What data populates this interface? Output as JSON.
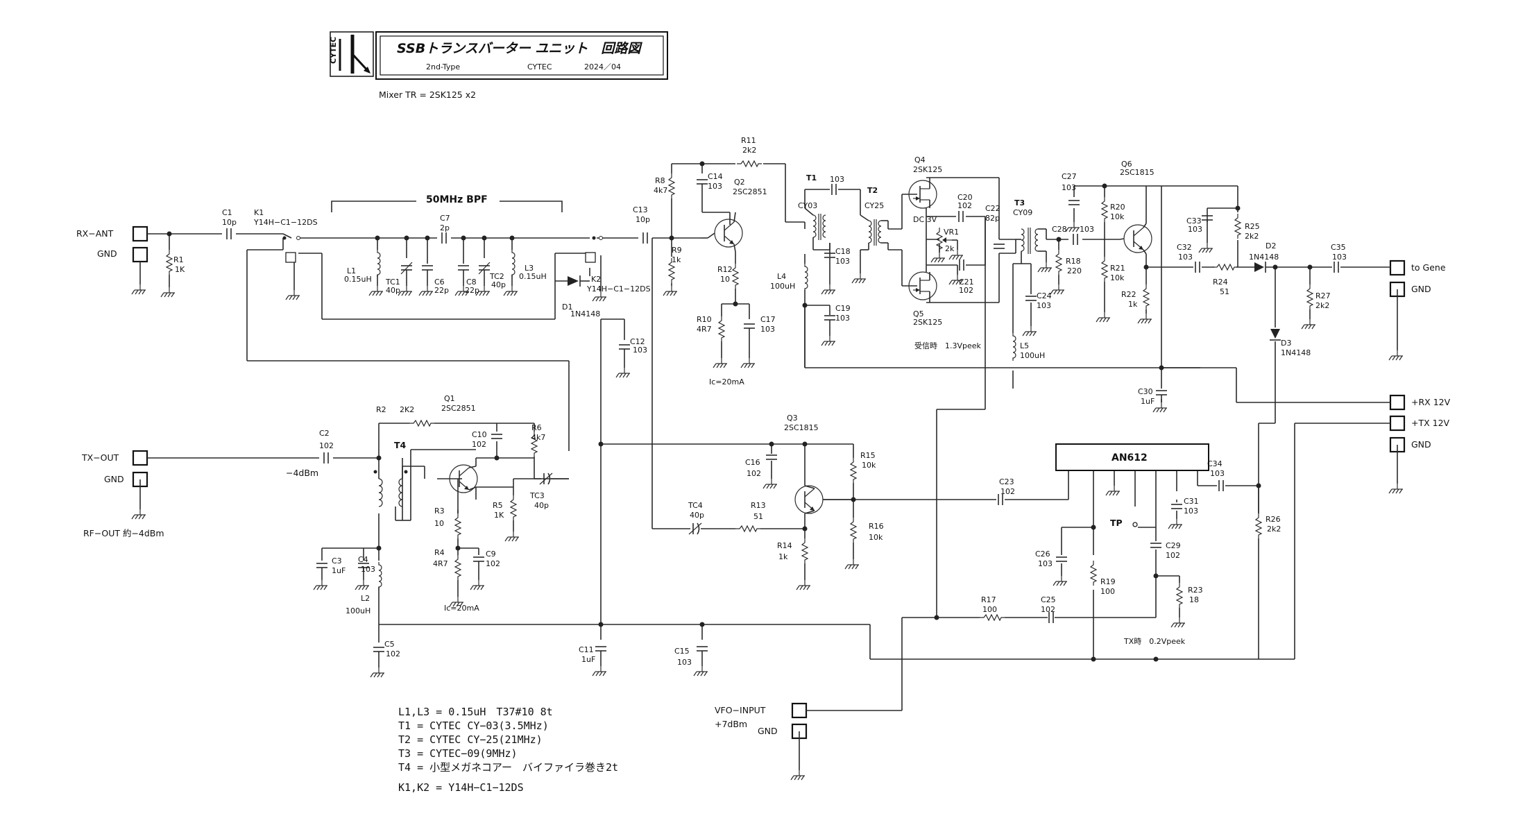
{
  "title": {
    "logo_text": "CYTEC",
    "main": "SSBトランスバーター ユニット　回路図",
    "type": "2nd-Type",
    "maker": "CYTEC",
    "date": "2024／04"
  },
  "mixer_note": "Mixer TR = 2SK125 x2",
  "bpf_label": "50MHz BPF",
  "terminals": {
    "rx_ant": "RX−ANT",
    "gnd1": "GND",
    "tx_out": "TX−OUT",
    "gnd2": "GND",
    "rf_out": "RF−OUT 約−4dBm",
    "to_gene": "to Gene",
    "gnd3": "GND",
    "rx12": "+RX 12V",
    "tx12": "+TX 12V",
    "gnd4": "GND",
    "vfo": "VFO−INPUT",
    "vfo_level": "+7dBm",
    "gnd5": "GND"
  },
  "notes": {
    "rx_level": "受信時　1.3Vpeek",
    "tx_level": "TX時　0.2Vpeek",
    "ic1": "Ic=20mA",
    "ic2": "Ic=20mA",
    "minus4": "−4dBm",
    "dc3v": "DC 3V",
    "tp": "TP"
  },
  "parts": {
    "C1": [
      "C1",
      "10p"
    ],
    "K1": [
      "K1",
      "Y14H−C1−12DS"
    ],
    "R1": [
      "R1",
      "1K"
    ],
    "L1": [
      "L1",
      "0.15uH"
    ],
    "TC1": [
      "TC1",
      "40p"
    ],
    "C6": [
      "C6",
      "22p"
    ],
    "C7": [
      "C7",
      "2p"
    ],
    "C8": [
      "C8",
      "22p"
    ],
    "TC2": [
      "TC2",
      "40p"
    ],
    "L3": [
      "L3",
      "0.15uH"
    ],
    "C13": [
      "C13",
      "10p"
    ],
    "K2": [
      "K2",
      "Y14H−C1−12DS"
    ],
    "D1": [
      "D1",
      "1N4148"
    ],
    "C12": [
      "C12",
      "103"
    ],
    "R8": [
      "R8",
      "4k7"
    ],
    "C14": [
      "C14",
      "103"
    ],
    "R11": [
      "R11",
      "2k2"
    ],
    "Q2": [
      "Q2",
      "2SC2851"
    ],
    "R9": [
      "R9",
      "1k"
    ],
    "R12": [
      "R12",
      "10"
    ],
    "R10": [
      "R10",
      "4R7"
    ],
    "C17": [
      "C17",
      "103"
    ],
    "T1": [
      "T1",
      "CY03"
    ],
    "C103": [
      "103",
      ""
    ],
    "T2": [
      "T2",
      "CY25"
    ],
    "L4": [
      "L4",
      "100uH"
    ],
    "C18": [
      "C18",
      "103"
    ],
    "C19": [
      "C19",
      "103"
    ],
    "Q4": [
      "Q4",
      "2SK125"
    ],
    "Q5": [
      "Q5",
      "2SK125"
    ],
    "C20": [
      "C20",
      "102"
    ],
    "C21": [
      "C21",
      "102"
    ],
    "VR1": [
      "VR1",
      "2k"
    ],
    "C22": [
      "C22",
      "82p"
    ],
    "T3": [
      "T3",
      "CY09"
    ],
    "C24": [
      "C24",
      "103"
    ],
    "L5": [
      "L5",
      "100uH"
    ],
    "C27": [
      "C27",
      "103"
    ],
    "C28": [
      "C28",
      "103"
    ],
    "R18": [
      "R18",
      "220"
    ],
    "R20": [
      "R20",
      "10k"
    ],
    "R21": [
      "R21",
      "10k"
    ],
    "R22": [
      "R22",
      "1k"
    ],
    "Q6": [
      "Q6",
      "2SC1815"
    ],
    "C33": [
      "C33",
      "103"
    ],
    "C32": [
      "C32",
      "103"
    ],
    "R24": [
      "R24",
      "51"
    ],
    "R25": [
      "R25",
      "2k2"
    ],
    "D2": [
      "D2",
      "1N4148"
    ],
    "C35": [
      "C35",
      "103"
    ],
    "R27": [
      "R27",
      "2k2"
    ],
    "D3": [
      "D3",
      "1N4148"
    ],
    "C30": [
      "C30",
      "1uF"
    ],
    "C2": [
      "C2",
      "102"
    ],
    "R2": [
      "R2",
      "2K2"
    ],
    "Q1": [
      "Q1",
      "2SC2851"
    ],
    "C10": [
      "C10",
      "102"
    ],
    "R6": [
      "R6",
      "4k7"
    ],
    "T4": [
      "T4",
      ""
    ],
    "R3": [
      "R3",
      "10"
    ],
    "R4": [
      "R4",
      "4R7"
    ],
    "C9": [
      "C9",
      "102"
    ],
    "R5": [
      "R5",
      "1K"
    ],
    "TC3": [
      "TC3",
      "40p"
    ],
    "C3": [
      "C3",
      "1uF"
    ],
    "C4": [
      "C4",
      "103"
    ],
    "L2": [
      "L2",
      "100uH"
    ],
    "C5": [
      "C5",
      "102"
    ],
    "C11": [
      "C11",
      "1uF"
    ],
    "C15": [
      "C15",
      "103"
    ],
    "Q3": [
      "Q3",
      "2SC1815"
    ],
    "C16": [
      "C16",
      "102"
    ],
    "R15": [
      "R15",
      "10k"
    ],
    "TC4": [
      "TC4",
      "40p"
    ],
    "R13": [
      "R13",
      "51"
    ],
    "R14": [
      "R14",
      "1k"
    ],
    "R16": [
      "R16",
      "10k"
    ],
    "C23": [
      "C23",
      "102"
    ],
    "IC": [
      "AN612",
      ""
    ],
    "C34": [
      "C34",
      "103"
    ],
    "C31": [
      "C31",
      "103"
    ],
    "C26": [
      "C26",
      "103"
    ],
    "R19": [
      "R19",
      "100"
    ],
    "C29": [
      "C29",
      "102"
    ],
    "R23": [
      "R23",
      "18"
    ],
    "R26": [
      "R26",
      "2k2"
    ],
    "R17": [
      "R17",
      "100"
    ],
    "C25": [
      "C25",
      "102"
    ]
  },
  "bom_notes": [
    "L1,L3 = 0.15uH　T37#10 8t",
    "T1 = CYTEC CY−03(3.5MHz)",
    "T2 = CYTEC CY−25(21MHz)",
    "T3 = CYTEC−09(9MHz)",
    "T4 = 小型メガネコアー　バイファイラ巻き2t",
    "K1,K2 = Y14H−C1−12DS"
  ]
}
